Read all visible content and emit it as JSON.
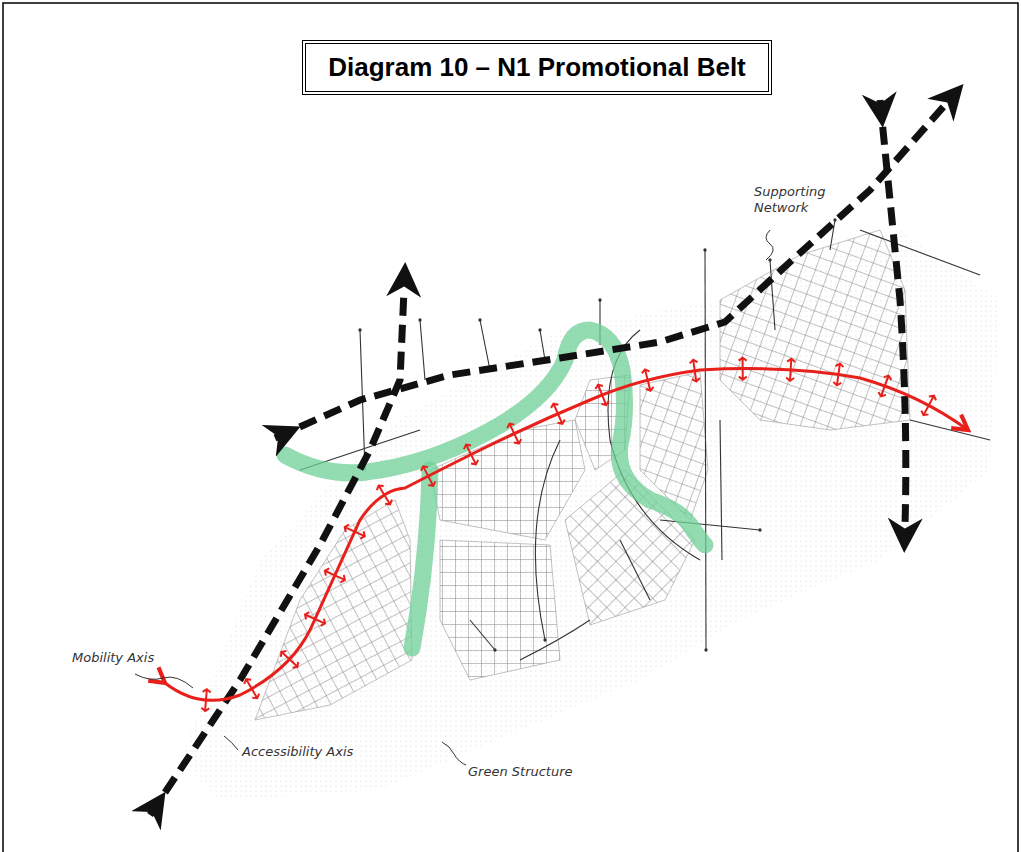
{
  "diagram": {
    "title": "Diagram 10 – N1 Promotional Belt",
    "labels": [
      "Supporting Network",
      "Mobility Axis",
      "Green Structure",
      "Accessibility Axis"
    ]
  }
}
